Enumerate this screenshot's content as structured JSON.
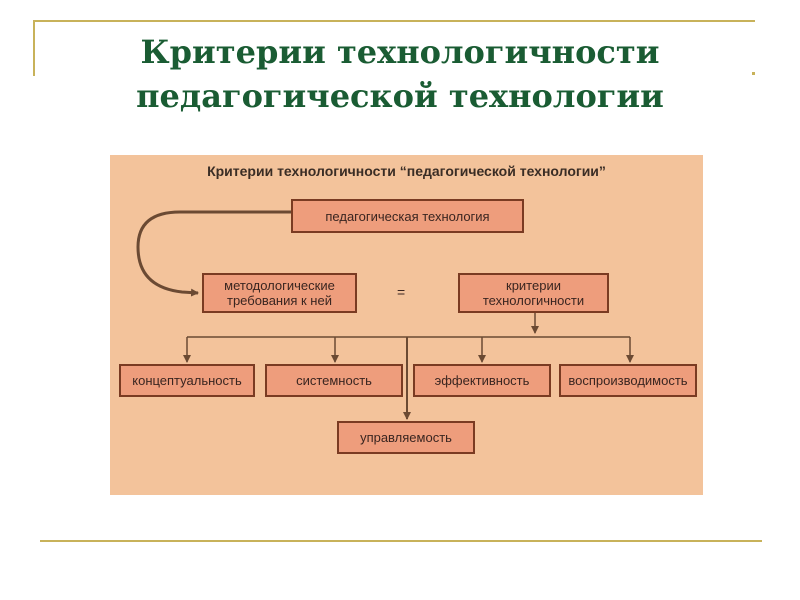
{
  "slide": {
    "title_line1": "Критерии технологичности",
    "title_line2": "педагогической технологии"
  },
  "diagram": {
    "heading": "Критерии технологичности “педагогической технологии”",
    "nodes": {
      "ped_tech": "педагогическая технология",
      "method_req_line1": "методологические",
      "method_req_line2": "требования к ней",
      "equals": "=",
      "criteria_line1": "критерии",
      "criteria_line2": "технологичности",
      "conceptuality": "концептуальность",
      "systemicity": "системность",
      "effectiveness": "эффективность",
      "reproducibility": "воспроизводимость",
      "manageability": "управляемость"
    }
  },
  "colors": {
    "title": "#1a5c33",
    "frame": "#c8b25a",
    "diagram_bg": "#f3c39b",
    "box_fill": "#ee9d7c",
    "box_border": "#7a3b22",
    "arrow": "#6b4a33"
  }
}
